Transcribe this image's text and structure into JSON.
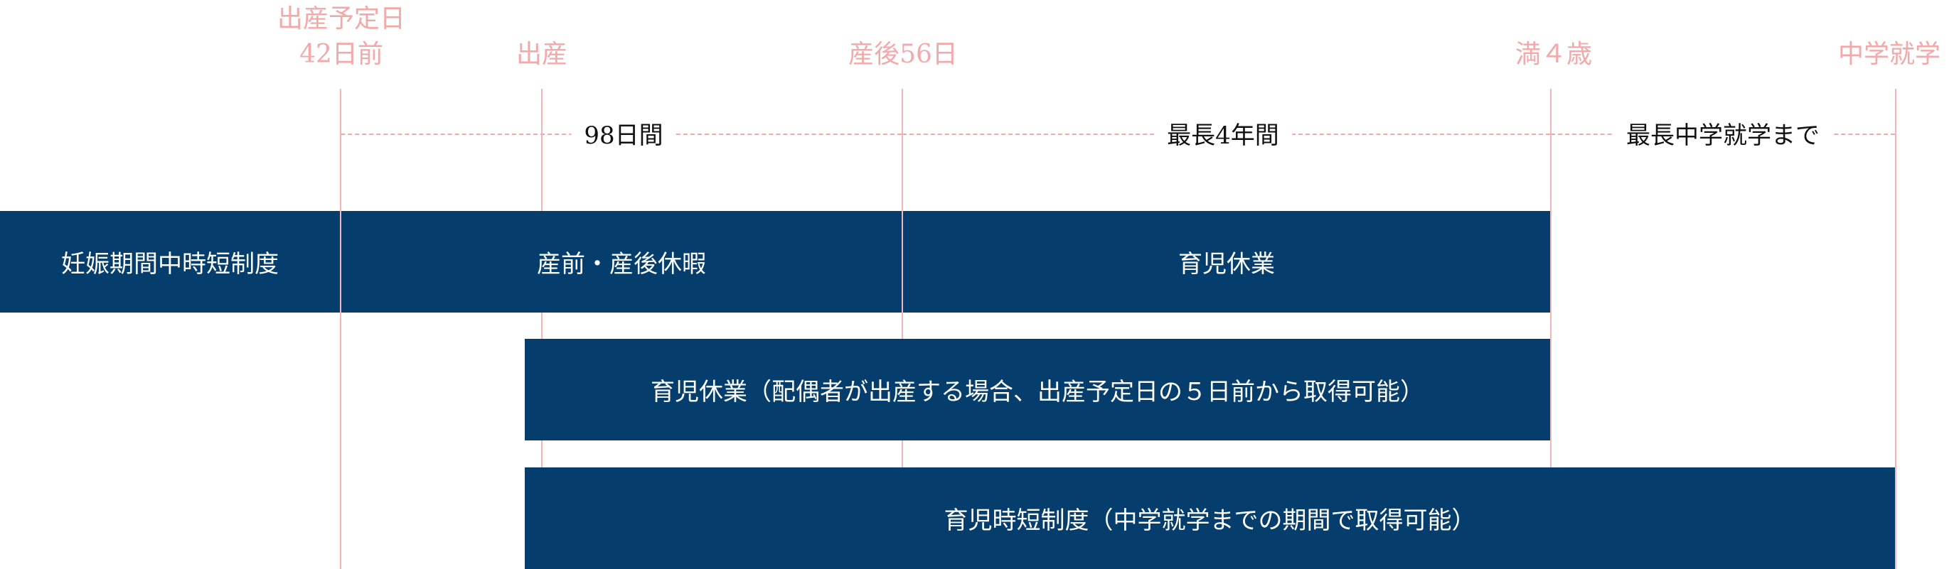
{
  "milestones": {
    "due_minus42_line1": "出産予定日",
    "due_minus42_line2": "42日前",
    "birth": "出産",
    "postpartum56": "産後56日",
    "age4": "満４歳",
    "junior_high": "中学就学"
  },
  "periods": {
    "p98": "98日間",
    "max4y": "最長4年間",
    "until_jhs": "最長中学就学まで"
  },
  "bars": {
    "pregnancy_short_hours": "妊娠期間中時短制度",
    "maternity_leave": "産前・産後休暇",
    "childcare_leave": "育児休業",
    "childcare_leave_spouse": "育児休業（配偶者が出産する場合、出産予定日の５日前から取得可能）",
    "childcare_short_hours": "育児時短制度（中学就学までの期間で取得可能）"
  },
  "colors": {
    "bar": "#053e6d",
    "accent_pink": "#f3a9a9",
    "period_text": "#111111"
  }
}
